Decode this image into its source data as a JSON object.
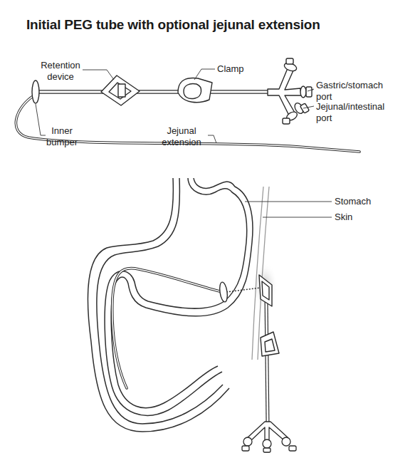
{
  "diagram": {
    "title": "Initial PEG tube with optional jejunal extension",
    "labels": [
      "Retention device",
      "Clamp",
      "Gastric/stomach port",
      "Jejunal/intestinal port",
      "Inner bumper",
      "Jejunal extension",
      "Stomach",
      "Skin"
    ]
  }
}
